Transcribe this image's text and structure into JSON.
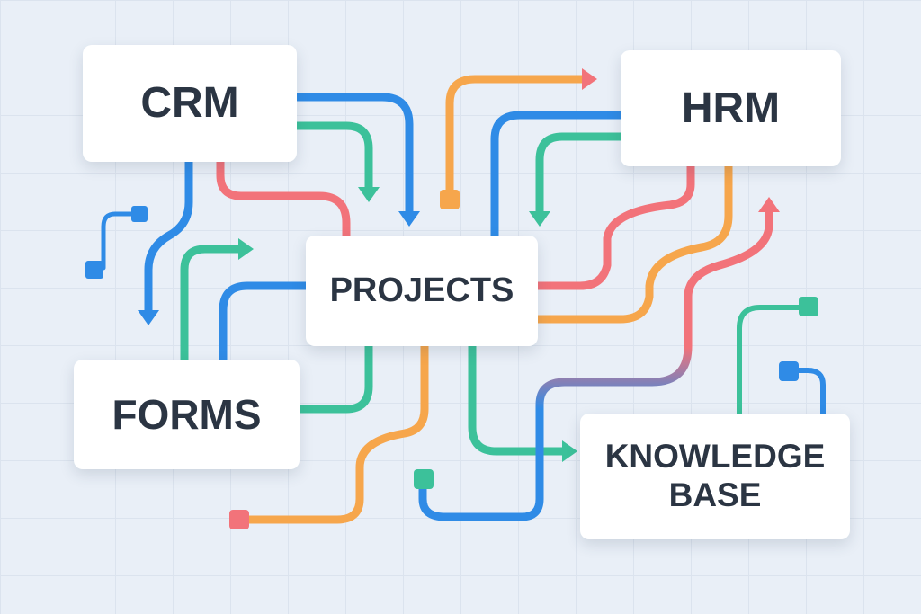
{
  "nodes": {
    "crm": "CRM",
    "hrm": "HRM",
    "projects": "PROJECTS",
    "forms": "FORMS",
    "knowledge_base": [
      "KNOWLEDGE",
      "BASE"
    ]
  },
  "colors": {
    "blue": "#2f8be6",
    "green": "#3cc19a",
    "red": "#f2737a",
    "orange": "#f6a64c",
    "text": "#2b3543"
  }
}
